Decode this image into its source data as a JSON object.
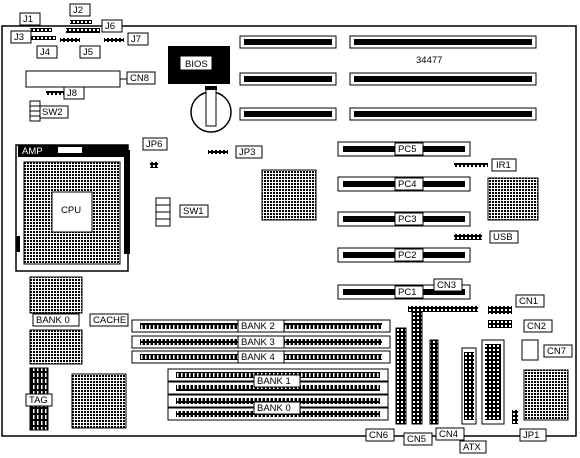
{
  "labels": {
    "j1": "J1",
    "j2": "J2",
    "j3": "J3",
    "j4": "J4",
    "j5": "J5",
    "j6": "J6",
    "j7": "J7",
    "j8": "J8",
    "cn8": "CN8",
    "sw2": "SW2",
    "bios": "BIOS",
    "board_id": "34477",
    "amp": "AMP",
    "jp6": "JP6",
    "jp3": "JP3",
    "cpu": "CPU",
    "sw1": "SW1",
    "pc5": "PC5",
    "pc4": "PC4",
    "pc3": "PC3",
    "pc2": "PC2",
    "pc1": "PC1",
    "ir1": "IR1",
    "usb": "USB",
    "cn3": "CN3",
    "cn1": "CN1",
    "cn2": "CN2",
    "cn7": "CN7",
    "bank0_cache": "BANK 0",
    "cache": "CACHE",
    "bank2": "BANK 2",
    "bank3": "BANK 3",
    "bank4": "BANK 4",
    "bank1": "BANK 1",
    "bank0": "BANK 0",
    "tag": "TAG",
    "cn6": "CN6",
    "cn5": "CN5",
    "cn4": "CN4",
    "atx": "ATX",
    "jp1": "JP1"
  }
}
